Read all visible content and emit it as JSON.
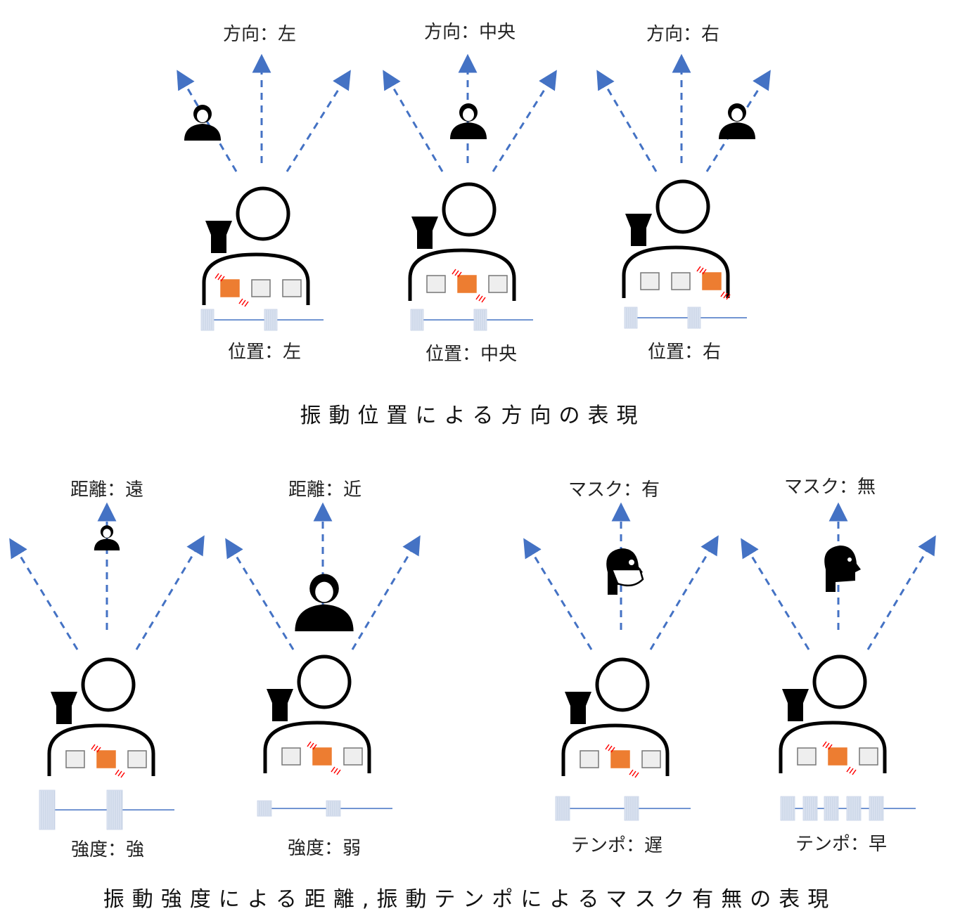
{
  "top": {
    "panels": [
      {
        "direction_label": "方向：左",
        "position_label": "位置：左",
        "active_index": 0
      },
      {
        "direction_label": "方向：中央",
        "position_label": "位置：中央",
        "active_index": 1
      },
      {
        "direction_label": "方向：右",
        "position_label": "位置：右",
        "active_index": 2
      }
    ],
    "caption": "振動位置による方向の表現"
  },
  "bottom": {
    "panels": [
      {
        "top_label": "距離：遠",
        "bottom_label": "強度：強",
        "wave": "strong"
      },
      {
        "top_label": "距離：近",
        "bottom_label": "強度：弱",
        "wave": "weak"
      },
      {
        "top_label": "マスク：有",
        "bottom_label": "テンポ：遅",
        "wave": "slow"
      },
      {
        "top_label": "マスク：無",
        "bottom_label": "テンポ：早",
        "wave": "fast"
      }
    ],
    "caption": "振動強度による距離,振動テンポによるマスク有無の表現"
  },
  "colors": {
    "arrow": "#4472c4",
    "active_motor": "#ed7d31",
    "inactive_motor": "#eeeeee",
    "vibration_mark": "#ff0000",
    "figure": "#000000",
    "waveform": "#dbe3f1"
  }
}
